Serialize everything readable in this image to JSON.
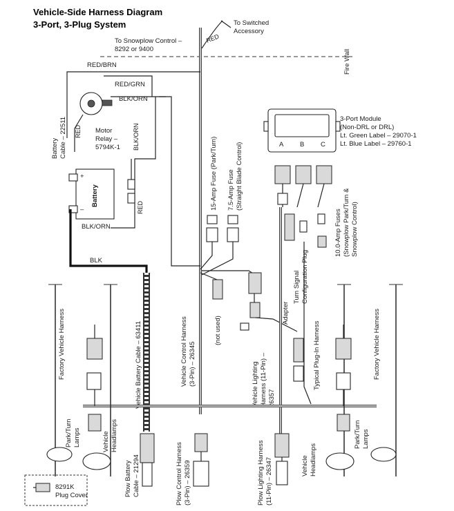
{
  "title": {
    "line1": "Vehicle-Side Harness Diagram",
    "line2": "3-Port, 3-Plug System"
  },
  "labels": {
    "to_switched": "To Switched",
    "accessory": "Accessory",
    "red_top": "RED",
    "to_snowplow_control": "To Snowplow Control –",
    "snowplow_control_part": "8292 or 9400",
    "fire_wall": "Fire Wall",
    "red_brn": "RED/BRN",
    "red_grn": "RED/GRN",
    "blk_orn_relay": "BLK/ORN",
    "blk_orn_vertical": "BLK/ORN",
    "motor": "Motor",
    "relay": "Relay –",
    "relay_part": "5794K-1",
    "red_relay": "RED",
    "battery_cable": "Battery",
    "battery_cable_part": "Cable – 22511",
    "battery": "Battery",
    "plus": "+",
    "minus": "–",
    "red_battery": "RED",
    "blk_orn_battery": "BLK/ORN",
    "blk": "BLK",
    "fuse_15": "15-Amp Fuse (Park/Turn)",
    "fuse_75_line1": "7.5-Amp Fuse",
    "fuse_75_line2": "(Straight Blade Control)",
    "module_line1": "3-Port Module",
    "module_line2": "(Non-DRL or DRL)",
    "module_line3": "Lt. Green Label – 29070-1",
    "module_line4": "Lt. Blue Label – 29760-1",
    "port_a": "A",
    "port_b": "B",
    "port_c": "C",
    "fuses_10_line1": "10.0-Amp Fuses",
    "fuses_10_line2": "(Snowplow Park/Turn &",
    "fuses_10_line3": "Snowplow Control)",
    "turn_signal_line1": "Turn Signal",
    "turn_signal_line2": "Configuration Plug",
    "adapter": "Adapter",
    "not_used": "(not used)",
    "vch_line1": "Vehicle Control Harness",
    "vch_line2": "(3-Pin) – 26345",
    "vlh_line1": "Vehicle Lighting",
    "vlh_line2": "Harness (11-Pin) –",
    "vlh_line3": "26357",
    "typical_plugin": "Typical Plug-In Harness",
    "vbc": "Vehicle Battery Cable – 63411",
    "factory_left": "Factory Vehicle Harness",
    "factory_right": "Factory Vehicle Harness",
    "park_turn_left_1": "Park/Turn",
    "park_turn_left_2": "Lamps",
    "vehicle_headlamps_left_1": "Vehicle",
    "vehicle_headlamps_left_2": "Headlamps",
    "park_turn_right_1": "Park/Turn",
    "park_turn_right_2": "Lamps",
    "vehicle_headlamps_right_1": "Vehicle",
    "vehicle_headlamps_right_2": "Headlamps",
    "plow_battery_1": "Plow Battery",
    "plow_battery_2": "Cable – 21294",
    "plow_control_1": "Plow Control Harness",
    "plow_control_2": "(3-Pin) – 26359",
    "plow_lighting_1": "Plow Lighting Harness",
    "plow_lighting_2": "(11-Pin) – 26347",
    "plug_cover_part": "8291K",
    "plug_cover": "Plug Cover"
  }
}
